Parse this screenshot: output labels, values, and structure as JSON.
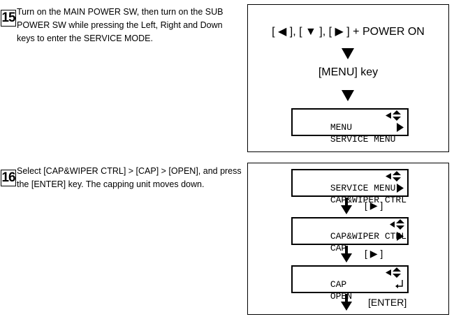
{
  "step15": {
    "number": "15",
    "text": "Turn on the MAIN POWER SW, then turn on the SUB POWER SW while pressing the Left, Right and Down keys to enter the SERVICE MODE.",
    "diagram": {
      "keys": "[ ◀ ], [ ▼ ], [ ▶ ] + POWER ON",
      "menu_key": "[MENU] key",
      "lcd": {
        "line1": "MENU",
        "line2": "SERVICE MENU"
      }
    }
  },
  "step16": {
    "number": "16",
    "text": "Select [CAP&WIPER CTRL] > [CAP] > [OPEN], and press the [ENTER] key.  The capping unit moves down.",
    "diagram": {
      "lcd1": {
        "line1": "SERVICE MENU",
        "line2": "CAP&WIPER CTRL"
      },
      "key1": "[ ▶ ]",
      "lcd2": {
        "line1": "CAP&WIPER CTRL",
        "line2": "CAP"
      },
      "key2": "[ ▶ ]",
      "lcd3": {
        "line1": "CAP",
        "line2": "OPEN"
      },
      "key3": "[ENTER]"
    }
  },
  "icons": [
    "left-up-down-icon",
    "right-arrow-icon",
    "enter-icon",
    "down-arrow-icon"
  ]
}
